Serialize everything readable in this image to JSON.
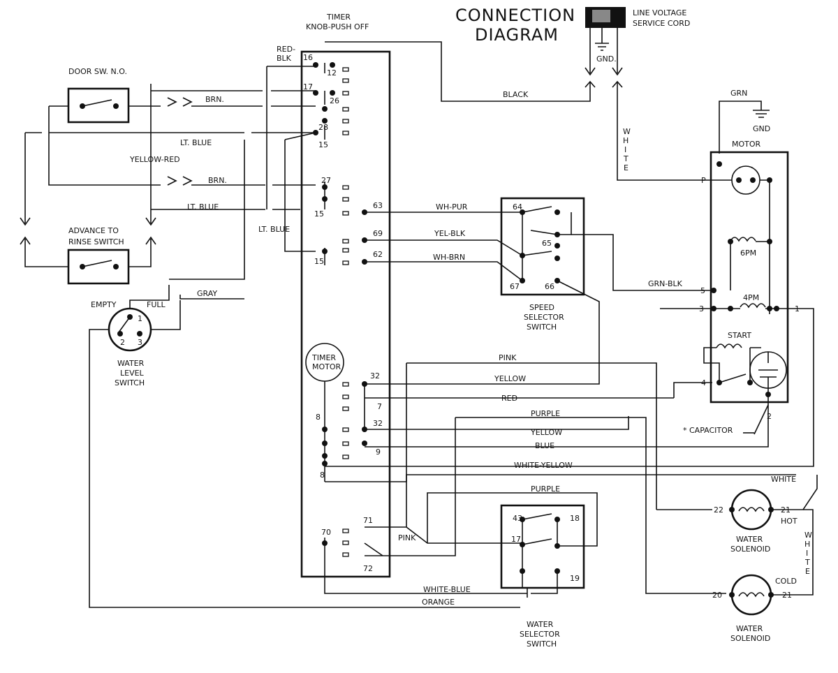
{
  "title": {
    "line1": "CONNECTION",
    "line2": "DIAGRAM"
  },
  "service_cord": {
    "line1": "LINE VOLTAGE",
    "line2": "SERVICE CORD",
    "gnd": "GND."
  },
  "timer": {
    "title1": "TIMER",
    "title2": "KNOB-PUSH OFF",
    "motor1": "TIMER",
    "motor2": "MOTOR"
  },
  "terminals": {
    "t16": "16",
    "t12": "12",
    "t17": "17",
    "t26": "26",
    "t28": "28",
    "t15a": "15",
    "t27": "27",
    "t15b": "15",
    "t15c": "15",
    "t63": "63",
    "t69": "69",
    "t62": "62",
    "t32a": "32",
    "t7": "7",
    "t8a": "8",
    "t32b": "32",
    "t9": "9",
    "t8b": "8",
    "t70": "70",
    "t71": "71",
    "t72": "72"
  },
  "door_switch": {
    "label": "DOOR SW. N.O."
  },
  "advance_switch": {
    "line1": "ADVANCE TO",
    "line2": "RINSE SWITCH"
  },
  "water_level": {
    "empty": "EMPTY",
    "full": "FULL",
    "p1": "1",
    "p2": "2",
    "p3": "3",
    "line1": "WATER",
    "line2": "LEVEL",
    "line3": "SWITCH"
  },
  "speed_selector": {
    "p64": "64",
    "p65": "65",
    "p67": "67",
    "p66": "66",
    "line1": "SPEED",
    "line2": "SELECTOR",
    "line3": "SWITCH"
  },
  "motor": {
    "label": "MOTOR",
    "grn": "GRN",
    "gnd": "GND",
    "p": "P",
    "t5": "5",
    "t3": "3",
    "t1": "1",
    "t4": "4",
    "t2": "2",
    "sixpm": "6PM",
    "fourpm": "4PM",
    "start": "START",
    "capacitor": "* CAPACITOR"
  },
  "water_selector": {
    "p43": "43",
    "p18": "18",
    "p17": "17",
    "p19": "19",
    "line1": "WATER",
    "line2": "SELECTOR",
    "line3": "SWITCH"
  },
  "hot_solenoid": {
    "p22": "22",
    "p21": "21",
    "hot": "HOT",
    "line1": "WATER",
    "line2": "SOLENOID"
  },
  "cold_solenoid": {
    "p20": "20",
    "p21": "21",
    "cold": "COLD",
    "line1": "WATER",
    "line2": "SOLENOID"
  },
  "wires": {
    "red_blk1": "RED-",
    "red_blk2": "BLK",
    "brn1": "BRN.",
    "ltblue1": "LT. BLUE",
    "yellow_red": "YELLOW-RED",
    "brn2": "BRN.",
    "ltblue2": "LT. BLUE",
    "ltblue3": "LT. BLUE",
    "gray": "GRAY",
    "black": "BLACK",
    "white_v": "WHITE",
    "wh_pur": "WH-PUR",
    "yel_blk": "YEL-BLK",
    "wh_brn": "WH-BRN",
    "grn_blk": "GRN-BLK",
    "pink1": "PINK",
    "yellow1": "YELLOW",
    "red": "RED",
    "purple1": "PURPLE",
    "yellow2": "YELLOW",
    "blue": "BLUE",
    "white_yellow": "WHITE-YELLOW",
    "white_h": "WHITE",
    "purple2": "PURPLE",
    "pink2": "PINK",
    "white_blue": "WHITE-BLUE",
    "orange": "ORANGE",
    "white_v2": "WHITE"
  },
  "colors": {
    "ink": "#111111",
    "paper": "#ffffff"
  }
}
